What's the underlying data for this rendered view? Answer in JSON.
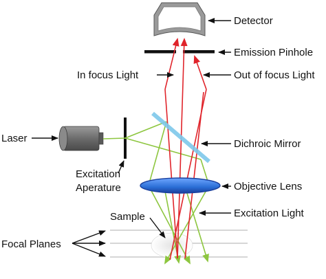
{
  "labels": {
    "detector": "Detector",
    "emission_pinhole": "Emission Pinhole",
    "in_focus_light": "In focus Light",
    "out_of_focus_light": "Out of focus Light",
    "laser": "Laser",
    "dichroic_mirror": "Dichroic Mirror",
    "excitation_aperature_line1": "Excitation",
    "excitation_aperature_line2": "Aperature",
    "objective_lens": "Objective Lens",
    "sample": "Sample",
    "excitation_light": "Excitation Light",
    "focal_planes": "Focal Planes"
  },
  "colors": {
    "excitation_light": "#8dc63f",
    "emission_light": "#e0242b",
    "lens_fill": "#2b6fd6",
    "lens_edge": "#1a3f9c",
    "mirror": "#7ec8ea",
    "laser_body": "#7f7f7f",
    "detector": "#9a9a9a",
    "focal_plane_lines": "#c8c8c8",
    "label_text": "#111111"
  }
}
